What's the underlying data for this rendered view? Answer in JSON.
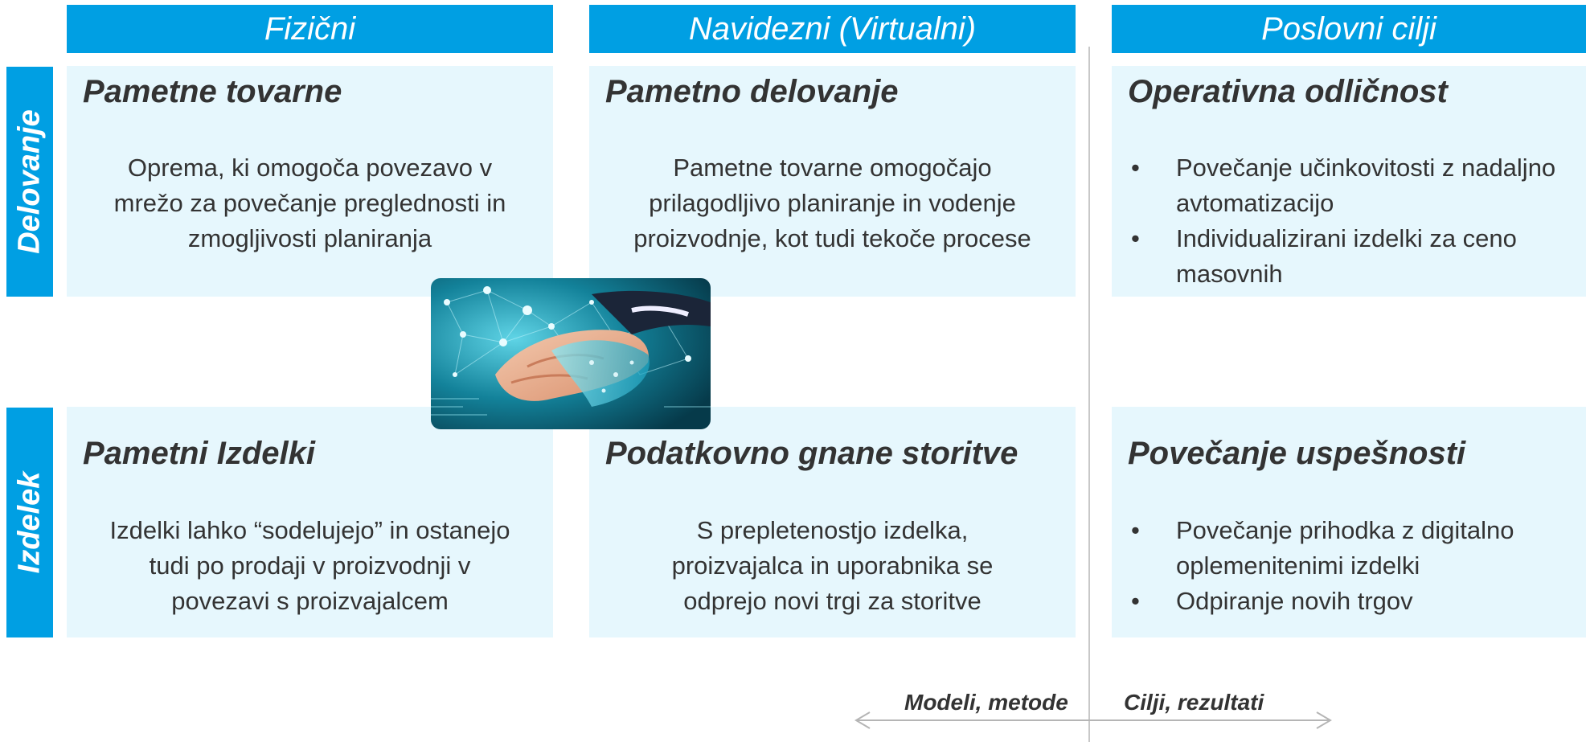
{
  "columns": [
    {
      "label": "Fizični"
    },
    {
      "label": "Navidezni (Virtualni)"
    },
    {
      "label": "Poslovni cilji"
    }
  ],
  "rows": [
    {
      "label": "Delovanje"
    },
    {
      "label": "Izdelek"
    }
  ],
  "cells": {
    "r1c1": {
      "title": "Pametne tovarne",
      "lines": [
        "Oprema, ki omogoča povezavo v",
        "mrežo za povečanje preglednosti in",
        "zmogljivosti planiranja"
      ]
    },
    "r1c2": {
      "title": "Pametno delovanje",
      "lines": [
        "Pametne tovarne omogočajo",
        "prilagodljivo planiranje in vodenje",
        "proizvodnje, kot tudi tekoče procese"
      ]
    },
    "r1c3": {
      "title": "Operativna odličnost",
      "bullets": [
        "Povečanje učinkovitosti z nadaljno avtomatizacijo",
        "Individualizirani izdelki za ceno masovnih"
      ]
    },
    "r2c1": {
      "title": "Pametni Izdelki",
      "lines": [
        "Izdelki lahko “sodelujejo” in ostanejo",
        "tudi po prodaji v proizvodnji v",
        "povezavi s proizvajalcem"
      ]
    },
    "r2c2": {
      "title": "Podatkovno gnane storitve",
      "lines": [
        "S prepletenostjo izdelka,",
        "proizvajalca in uporabnika se",
        "odprejo novi trgi za storitve"
      ]
    },
    "r2c3": {
      "title": "Povečanje uspešnosti",
      "bullets": [
        "Povečanje prihodka z digitalno oplemenitenimi izdelki",
        "Odpiranje novih trgov"
      ]
    }
  },
  "axis": {
    "left_label": "Modeli, metode",
    "right_label": "Cilji, rezultati"
  },
  "colors": {
    "header_blue": "#009fe3",
    "cell_bg": "#e6f7fd",
    "text": "#333333",
    "divider": "#c8c8c8"
  },
  "icons": {
    "image": "handshake-network-photo"
  }
}
